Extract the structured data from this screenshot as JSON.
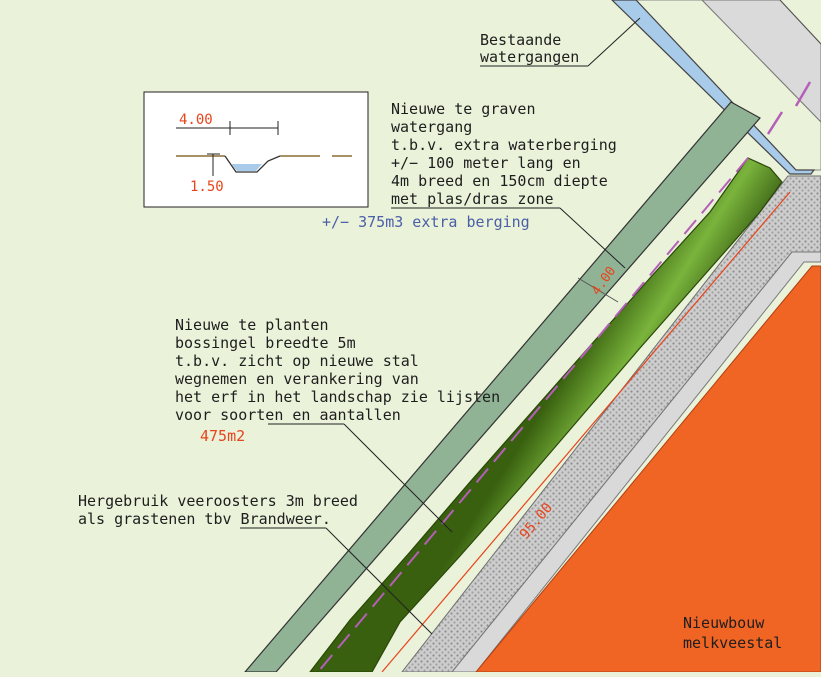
{
  "labels": {
    "existing_watercourses": [
      "Bestaande",
      "watergangen"
    ],
    "new_watercourse": [
      "Nieuwe te graven",
      "watergang",
      "t.b.v. extra waterberging",
      "+/− 100 meter lang en",
      "4m breed en 150cm diepte",
      "met plas/dras zone"
    ],
    "extra_storage": "+/− 375m3 extra berging",
    "new_hedge": [
      "Nieuwe te planten",
      "bossingel breedte 5m",
      "t.b.v. zicht op nieuwe stal",
      "wegnemen en verankering van",
      "het erf in het landschap zie lijsten",
      "voor soorten en aantallen"
    ],
    "hedge_area": "475m2",
    "cattle_grid": [
      "Hergebruik veeroosters 3m breed",
      "als grastenen tbv Brandweer."
    ],
    "new_barn": [
      "Nieuwbouw",
      "melkveestal"
    ]
  },
  "dimensions": {
    "section_width": "4.00",
    "section_depth": "1.50",
    "watercourse_width": "4.00",
    "length": "95.00"
  },
  "colors": {
    "background": "#eaf2da",
    "watercourse": "#91b395",
    "existing_water": "#a9cbea",
    "hedge_dark": "#385d12",
    "hedge_light": "#7db53e",
    "cattle_grid": "#c8c8c8",
    "barn": "#f06424",
    "dimension": "#e8441b",
    "storage_text": "#4a5fa6",
    "magenta": "#b55fb8"
  }
}
